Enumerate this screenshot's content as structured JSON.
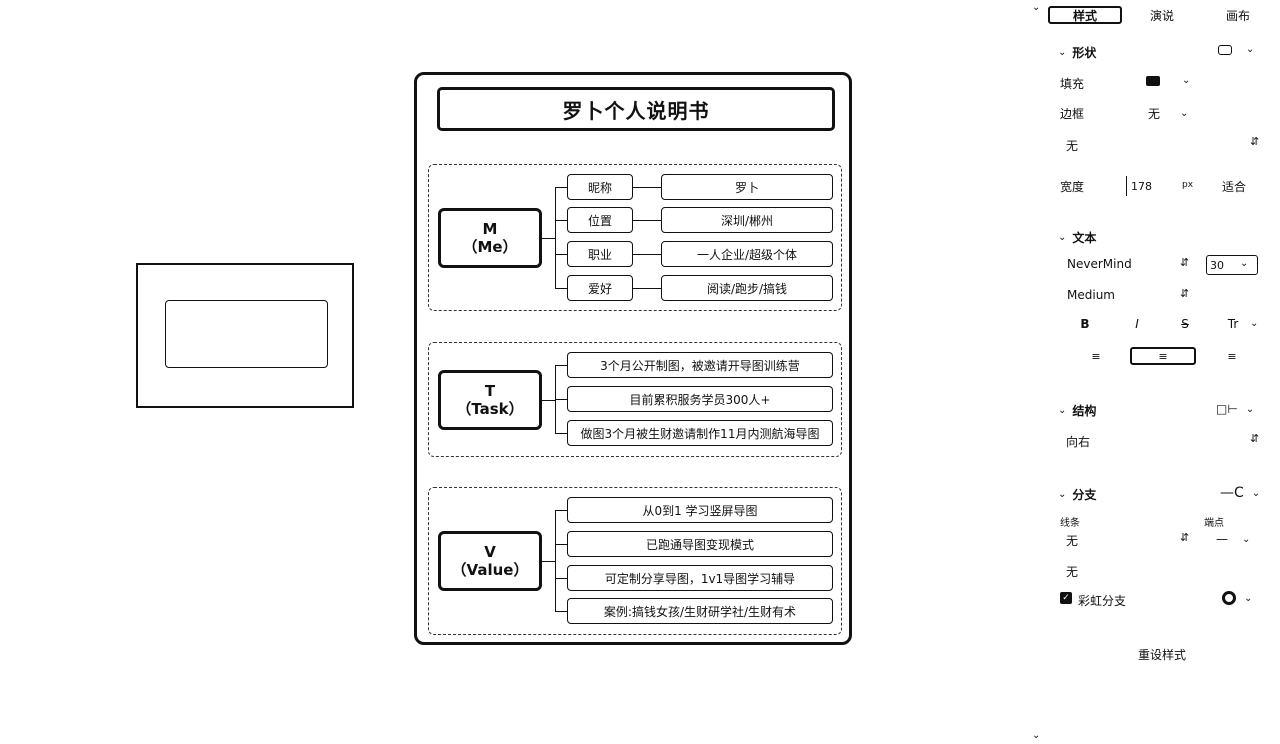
{
  "mindmap": {
    "title": "罗卜个人说明书",
    "groups": [
      {
        "root_line1": "M",
        "root_line2": "（Me）",
        "rows": [
          {
            "key": "昵称",
            "value": "罗卜"
          },
          {
            "key": "位置",
            "value": "深圳/郴州"
          },
          {
            "key": "职业",
            "value": "一人企业/超级个体"
          },
          {
            "key": "爱好",
            "value": "阅读/跑步/搞钱"
          }
        ]
      },
      {
        "root_line1": "T",
        "root_line2": "（Task）",
        "items": [
          "3个月公开制图，被邀请开导图训练营",
          "目前累积服务学员300人+",
          "做图3个月被生财邀请制作11月内测航海导图"
        ]
      },
      {
        "root_line1": "V",
        "root_line2": "（Value）",
        "items": [
          "从0到1 学习竖屏导图",
          "已跑通导图变现模式",
          "可定制分享导图，1v1导图学习辅导",
          "案例:搞钱女孩/生财研学社/生财有术"
        ]
      }
    ]
  },
  "panel": {
    "tabs": [
      "样式",
      "演说",
      "画布"
    ],
    "shape": {
      "section": "形状",
      "fill_label": "填充",
      "border_label": "边框",
      "border_value": "无",
      "border_style": "无",
      "width_label": "宽度",
      "width_value": "178",
      "width_unit": "px",
      "fit_label": "适合"
    },
    "text": {
      "section": "文本",
      "font": "NeverMind",
      "size": "30",
      "weight": "Medium",
      "bold": "B",
      "italic": "I",
      "strike": "S",
      "case": "Tr"
    },
    "structure": {
      "section": "结构",
      "direction": "向右"
    },
    "branch": {
      "section": "分支",
      "line_label": "线条",
      "endpoint_label": "端点",
      "line_value": "无",
      "line_value2": "无",
      "rainbow_label": "彩虹分支"
    },
    "reset_label": "重设样式"
  },
  "icons": {
    "collapse": "chevron-down-icon",
    "stepper": "up-down-arrow-icon",
    "shape": "rounded-rect-icon",
    "structure": "structure-right-icon",
    "branch": "branch-icon",
    "palette": "palette-icon"
  }
}
